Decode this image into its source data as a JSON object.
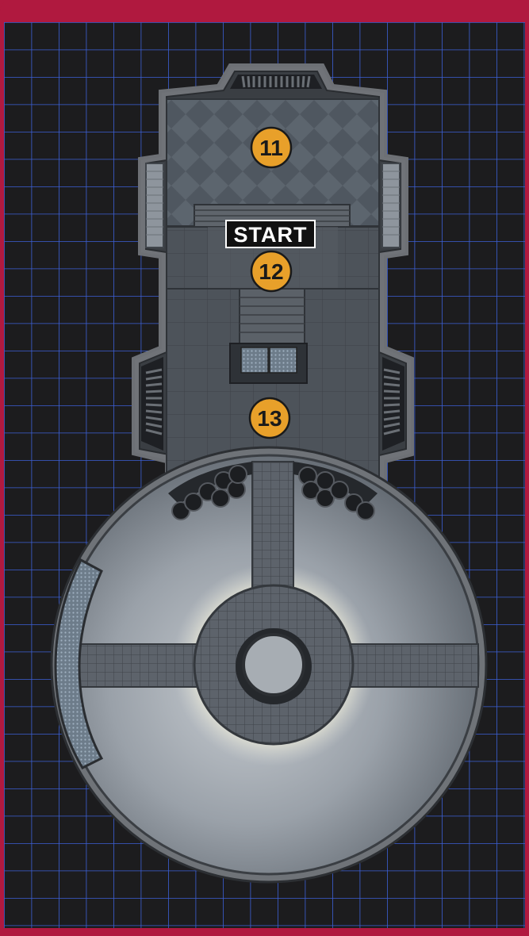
{
  "map": {
    "frame_color": "#b0193f",
    "grid_color": "#3b5fd6",
    "background_color": "#1c1c1e",
    "markers": [
      {
        "id": "11",
        "label": "11"
      },
      {
        "id": "12",
        "label": "12"
      },
      {
        "id": "13",
        "label": "13"
      }
    ],
    "marker_color": "#e8a02a",
    "start_label": "START"
  }
}
